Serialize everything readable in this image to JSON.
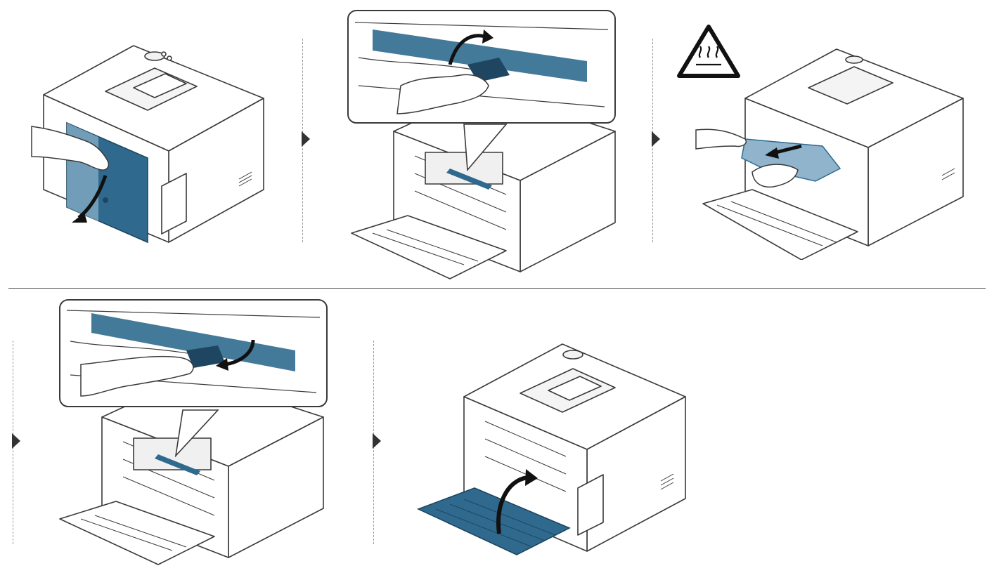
{
  "diagram": {
    "kind": "printer rear-door paper jam removal instructions",
    "colors": {
      "accent": "#2f6a8e",
      "accent_light": "#8fb4cc",
      "line": "#3a3a3a",
      "body": "#ffffff",
      "shadow": "#e6e6e6"
    },
    "icons": [
      "hot-surface-warning-icon",
      "rotate-arrow-icon",
      "pull-arrow-icon",
      "step-arrow-icon"
    ],
    "steps": [
      {
        "index": 1,
        "action": "open-side-cover"
      },
      {
        "index": 2,
        "action": "raise-fuser-lever"
      },
      {
        "index": 3,
        "action": "pull-jammed-paper",
        "warning": "hot-surface"
      },
      {
        "index": 4,
        "action": "lower-fuser-lever"
      },
      {
        "index": 5,
        "action": "close-rear-door"
      }
    ]
  }
}
